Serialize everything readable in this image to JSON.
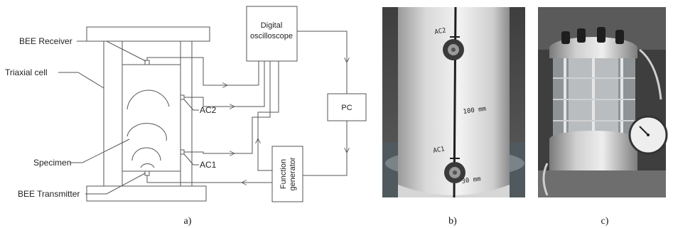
{
  "schematic": {
    "labels": {
      "bee_receiver": "BEE Receiver",
      "triaxial_cell": "Triaxial cell",
      "specimen": "Specimen",
      "bee_transmitter": "BEE Transmitter",
      "ac2": "AC2",
      "ac1": "AC1",
      "oscilloscope_line1": "Digital",
      "oscilloscope_line2": "oscilloscope",
      "pc": "PC",
      "function_generator_line1": "Function",
      "function_generator_line2": "generator"
    }
  },
  "photo_b": {
    "marks": [
      "AC2",
      "100 mm",
      "AC1",
      "30 mm"
    ]
  },
  "captions": {
    "a": "a)",
    "b": "b)",
    "c": "c)"
  }
}
